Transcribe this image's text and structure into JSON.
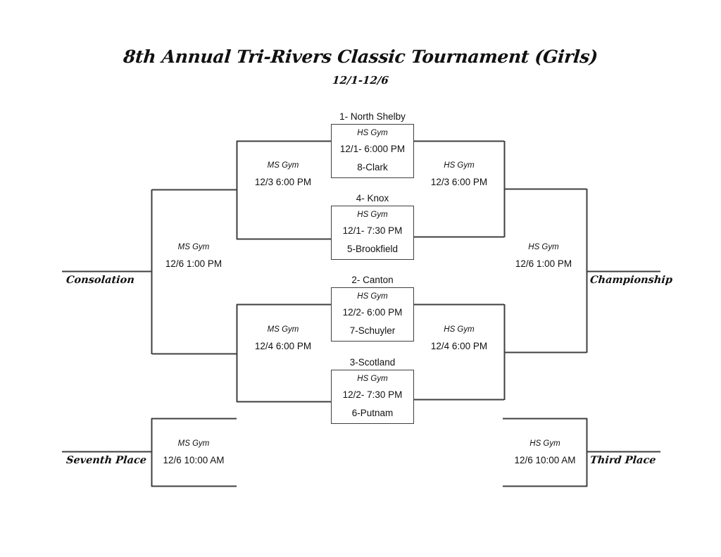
{
  "header": {
    "title": "8th Annual Tri-Rivers Classic Tournament (Girls)",
    "dates": "12/1-12/6"
  },
  "quarterfinals": [
    {
      "id": "qf1",
      "top_seed": "1- North Shelby",
      "venue": "HS Gym",
      "datetime": "12/1- 6:000 PM",
      "bottom_seed": "8-Clark"
    },
    {
      "id": "qf2",
      "top_seed": "4- Knox",
      "venue": "HS Gym",
      "datetime": "12/1- 7:30 PM",
      "bottom_seed": "5-Brookfield"
    },
    {
      "id": "qf3",
      "top_seed": "2- Canton",
      "venue": "HS Gym",
      "datetime": "12/2- 6:00 PM",
      "bottom_seed": "7-Schuyler"
    },
    {
      "id": "qf4",
      "top_seed": "3-Scotland",
      "venue": "HS Gym",
      "datetime": "12/2- 7:30 PM",
      "bottom_seed": "6-Putnam"
    }
  ],
  "rounds": {
    "upper_loser_semi": {
      "venue": "MS Gym",
      "datetime": "12/3 6:00 PM"
    },
    "upper_winner_semi": {
      "venue": "HS Gym",
      "datetime": "12/3 6:00 PM"
    },
    "lower_loser_semi": {
      "venue": "MS Gym",
      "datetime": "12/4 6:00 PM"
    },
    "lower_winner_semi": {
      "venue": "HS Gym",
      "datetime": "12/4 6:00 PM"
    },
    "consolation_final": {
      "venue": "MS Gym",
      "datetime": "12/6 1:00 PM"
    },
    "championship_final": {
      "venue": "HS Gym",
      "datetime": "12/6 1:00 PM"
    },
    "seventh_place": {
      "venue": "MS Gym",
      "datetime": "12/6 10:00 AM"
    },
    "third_place": {
      "venue": "HS Gym",
      "datetime": "12/6 10:00 AM"
    }
  },
  "placements": {
    "consolation": "Consolation",
    "championship": "Championship",
    "seventh": "Seventh Place",
    "third": "Third Place"
  },
  "colors": {
    "line": "#3f3f3f",
    "text": "#111111",
    "background": "#ffffff"
  }
}
